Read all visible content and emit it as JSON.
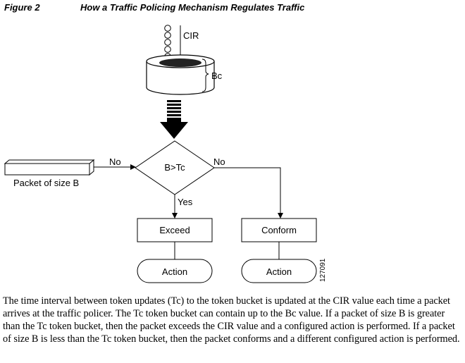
{
  "figure": {
    "label": "Figure 2",
    "title": "How a Traffic Policing Mechanism Regulates Traffic"
  },
  "diagram": {
    "cir_label": "CIR",
    "bc_label": "Bc",
    "packet_label": "Packet of size B",
    "decision_label": "B>Tc",
    "no_left_label": "No",
    "no_right_label": "No",
    "yes_label": "Yes",
    "exceed_label": "Exceed",
    "conform_label": "Conform",
    "action_left_label": "Action",
    "action_right_label": "Action",
    "figure_id": "127091"
  },
  "caption": "The time interval between token updates (Tc) to the token bucket is updated at the CIR value each time a packet arrives at the traffic policer. The Tc token bucket can contain up to the Bc value. If a packet of size B is greater than the Tc token bucket, then the packet exceeds the CIR value and a configured action is performed. If a packet of size B is less than the Tc token bucket, then the packet conforms and a different configured action is performed."
}
